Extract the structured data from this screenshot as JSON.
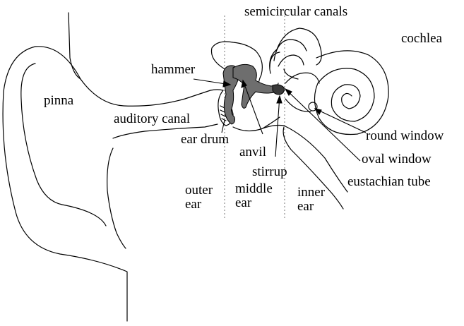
{
  "labels": {
    "semicircular_canals": "semicircular canals",
    "cochlea": "cochlea",
    "hammer": "hammer",
    "pinna": "pinna",
    "auditory_canal": "auditory canal",
    "ear_drum": "ear drum",
    "anvil": "anvil",
    "round_window": "round window",
    "oval_window": "oval window",
    "stirrup": "stirrup",
    "eustachian_tube": "eustachian tube",
    "outer_ear_line1": "outer",
    "outer_ear_line2": "ear",
    "middle_ear_line1": "middle",
    "middle_ear_line2": "ear",
    "inner_ear_line1": "inner",
    "inner_ear_line2": "ear"
  },
  "colors": {
    "stroke": "#000000",
    "ossicle_fill": "#6e6e6e",
    "stirrup_fill": "#3a3a3a",
    "divider": "#777777"
  }
}
